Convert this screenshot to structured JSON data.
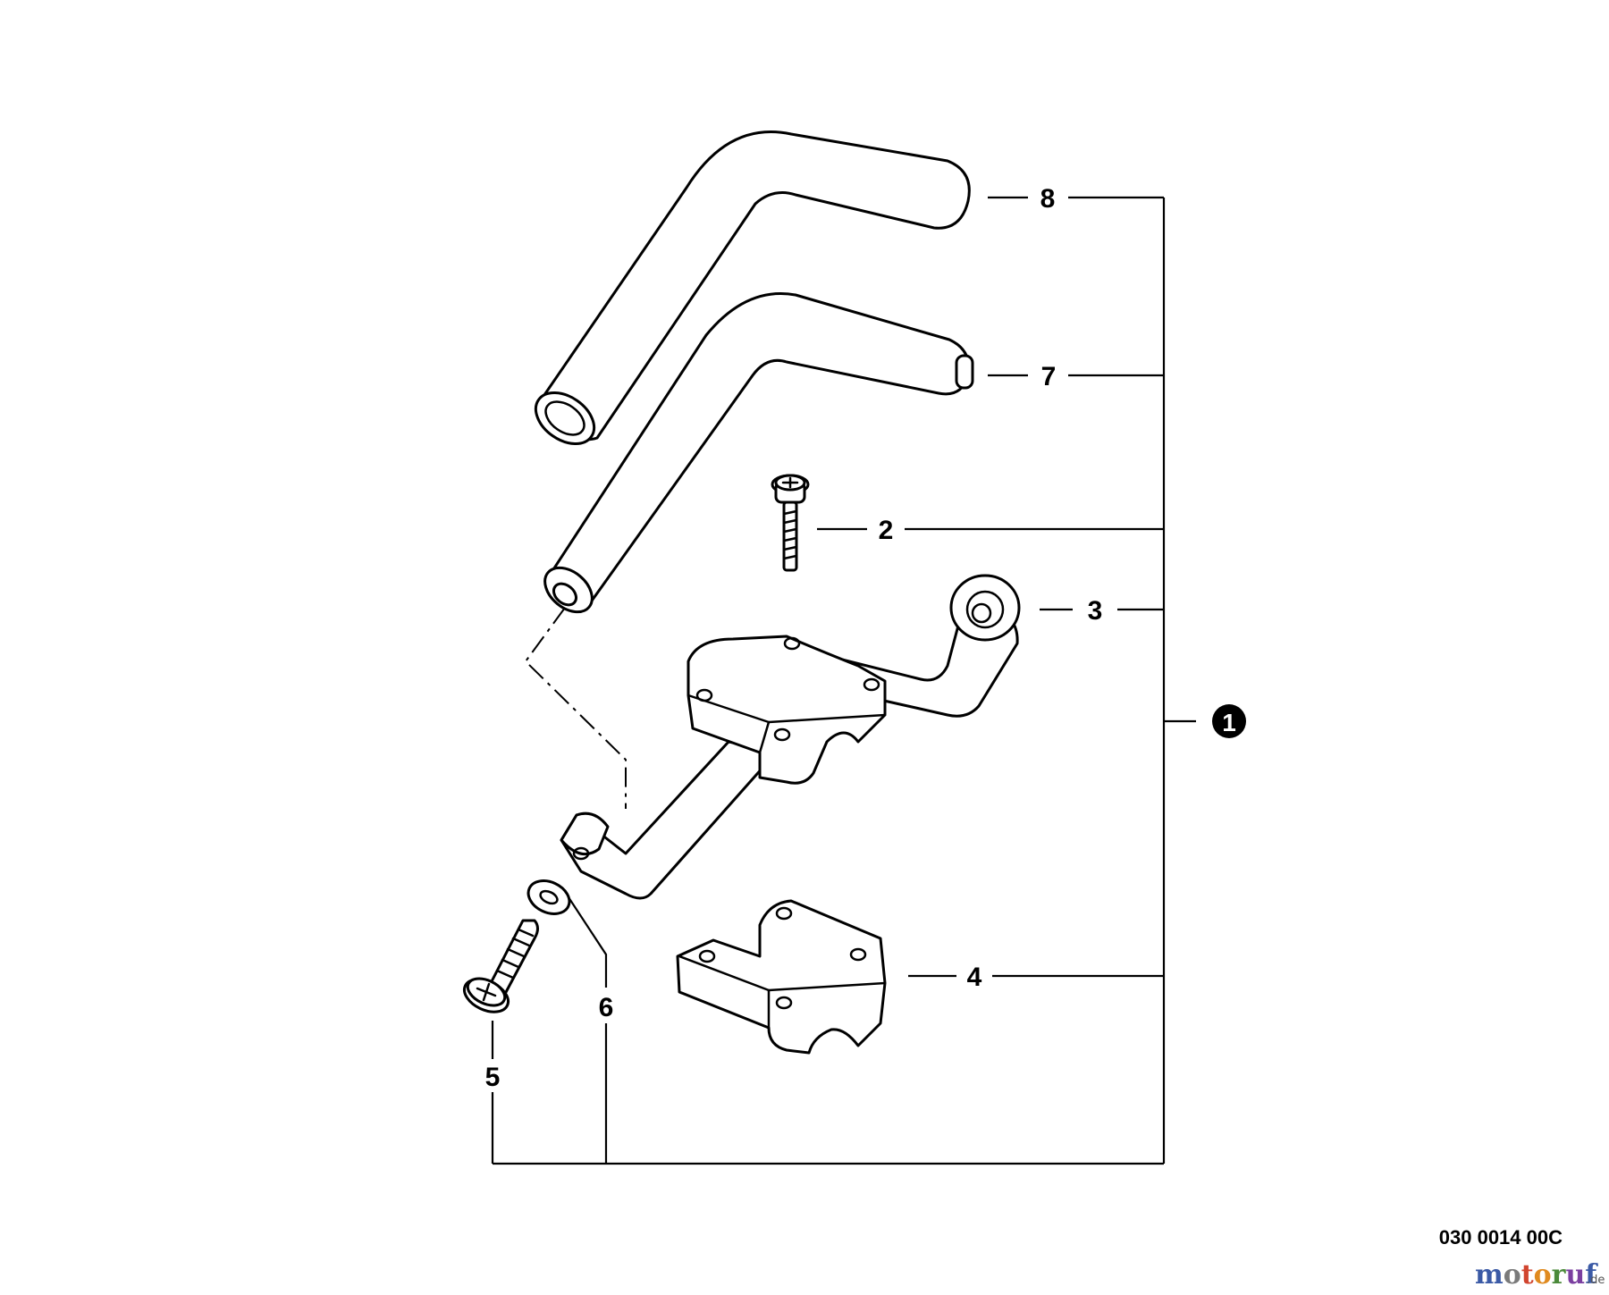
{
  "callouts": {
    "c1": "1",
    "c2": "2",
    "c3": "3",
    "c4": "4",
    "c5": "5",
    "c6": "6",
    "c7": "7",
    "c8": "8"
  },
  "doc_code": "030 0014 00C",
  "watermark": {
    "letters": [
      "m",
      "o",
      "t",
      "o",
      "r",
      "u",
      "f"
    ],
    "tld": ".de",
    "colors": [
      "#3b5aa6",
      "#7a7a7a",
      "#d1452f",
      "#e08a1f",
      "#4b8a3a",
      "#7b3fa0",
      "#3b5aa6"
    ]
  },
  "colors": {
    "line": "#000000",
    "background": "#ffffff"
  }
}
